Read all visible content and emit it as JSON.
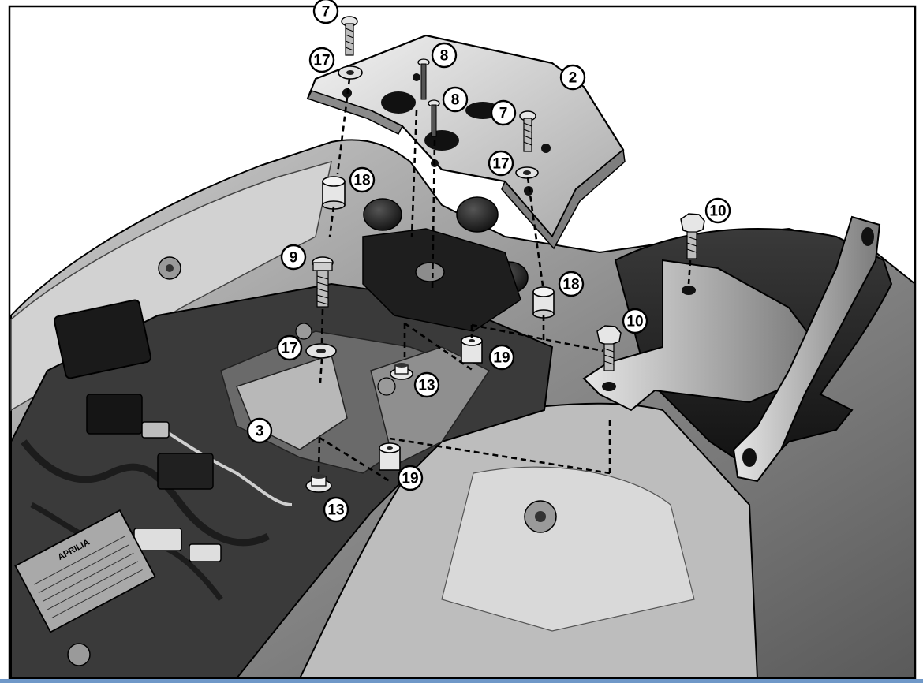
{
  "diagram": {
    "brand_plate": {
      "text": "APRILIA"
    },
    "callouts": [
      {
        "id": "c-7a",
        "label": "7"
      },
      {
        "id": "c-17a",
        "label": "17"
      },
      {
        "id": "c-8a",
        "label": "8"
      },
      {
        "id": "c-8b",
        "label": "8"
      },
      {
        "id": "c-2",
        "label": "2"
      },
      {
        "id": "c-7b",
        "label": "7"
      },
      {
        "id": "c-17b",
        "label": "17"
      },
      {
        "id": "c-18a",
        "label": "18"
      },
      {
        "id": "c-10a",
        "label": "10"
      },
      {
        "id": "c-9",
        "label": "9"
      },
      {
        "id": "c-18b",
        "label": "18"
      },
      {
        "id": "c-10b",
        "label": "10"
      },
      {
        "id": "c-17c",
        "label": "17"
      },
      {
        "id": "c-19a",
        "label": "19"
      },
      {
        "id": "c-13a",
        "label": "13"
      },
      {
        "id": "c-3",
        "label": "3"
      },
      {
        "id": "c-19b",
        "label": "19"
      },
      {
        "id": "c-13b",
        "label": "13"
      }
    ]
  },
  "colors": {
    "frame": "#000000",
    "metal_light": "#d9d9d9",
    "metal_mid": "#9a9a9a",
    "metal_dark": "#2b2b2b",
    "bottom_bar": "#6f98c8"
  }
}
